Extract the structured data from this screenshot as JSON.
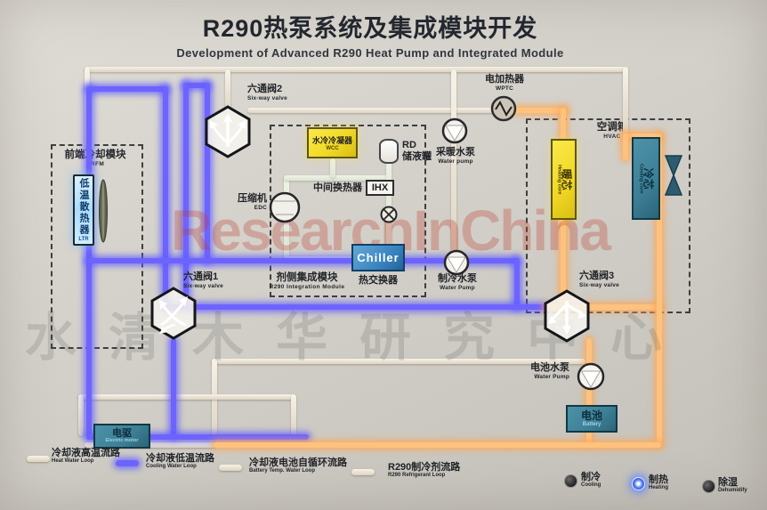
{
  "colors": {
    "blue": "#6f63ff",
    "blueGlow": "rgba(95,95,255,0.75)",
    "orange": "#ffc27d",
    "orangeGlow": "rgba(255,165,80,0.75)",
    "yellow": "#f2d926",
    "teal": "#3c7f96",
    "chillerBlue": "#3a85c0",
    "wmred": "rgba(190,60,45,0.30)"
  },
  "title": {
    "zh": "R290热泵系统及集成模块开发",
    "en": "Development of Advanced R290 Heat Pump and Integrated Module"
  },
  "watermark": {
    "red": "ResearchInChina",
    "gray": "水清木华研究中心"
  },
  "modules": {
    "crfm": {
      "zh": "前端冷却模块",
      "en": "CRFM"
    },
    "r290": {
      "zh": "剂侧集成模块",
      "en": "R290 Integration Module"
    },
    "hvac": {
      "zh": "空调箱",
      "en": "HVAC"
    }
  },
  "components": {
    "valve2": {
      "zh": "六通阀2",
      "en": "Six-way valve"
    },
    "valve1": {
      "zh": "六通阀1",
      "en": "Six-way valve"
    },
    "valve3": {
      "zh": "六通阀3",
      "en": "Six-way valve"
    },
    "heater": {
      "zh": "电加热器",
      "en": "WPTC"
    },
    "wcc": {
      "zh": "水冷冷凝器",
      "en": "WCC"
    },
    "rd_tank": {
      "line1": "RD",
      "line2": "储液罐"
    },
    "heating_pump": {
      "zh": "采暖水泵",
      "en": "Water pump"
    },
    "ihx": {
      "zh": "中间换热器",
      "en": "IHX"
    },
    "compressor": {
      "zh": "压缩机",
      "en": "EDC"
    },
    "chiller": {
      "en": "Chiller",
      "zh": "热交换器"
    },
    "cooling_pump": {
      "zh": "制冷水泵",
      "en": "Water Pump"
    },
    "ltr": {
      "zh": "低温散热器",
      "en": "LTR"
    },
    "heating_core": {
      "zh": "暖芯",
      "en": "Heating core"
    },
    "cooling_core": {
      "zh": "冷芯",
      "en": "Cooling core"
    },
    "battery_pump": {
      "zh": "电池水泵",
      "en": "Water Pump"
    },
    "battery": {
      "zh": "电池",
      "en": "Battery"
    },
    "motor": {
      "zh": "电驱",
      "en": "Electric motor"
    }
  },
  "legend": {
    "loops": [
      {
        "zh": "冷却液高温流路",
        "en": "Heat Water Loop",
        "state": "unlit"
      },
      {
        "zh": "冷却液低温流路",
        "en": "Cooling Water Loop",
        "state": "lit-blue"
      },
      {
        "zh": "冷却液电池自循环流路",
        "en": "Battery Temp. Water Loop",
        "state": "unlit"
      },
      {
        "zh": "R290制冷剂流路",
        "en": "R290 Refrigerant Loop",
        "state": "unlit"
      }
    ],
    "modes": [
      {
        "zh": "制冷",
        "en": "Cooling",
        "state": "off"
      },
      {
        "zh": "制热",
        "en": "Heating",
        "state": "on"
      },
      {
        "zh": "除湿",
        "en": "Dehumidify",
        "state": "off"
      }
    ]
  }
}
